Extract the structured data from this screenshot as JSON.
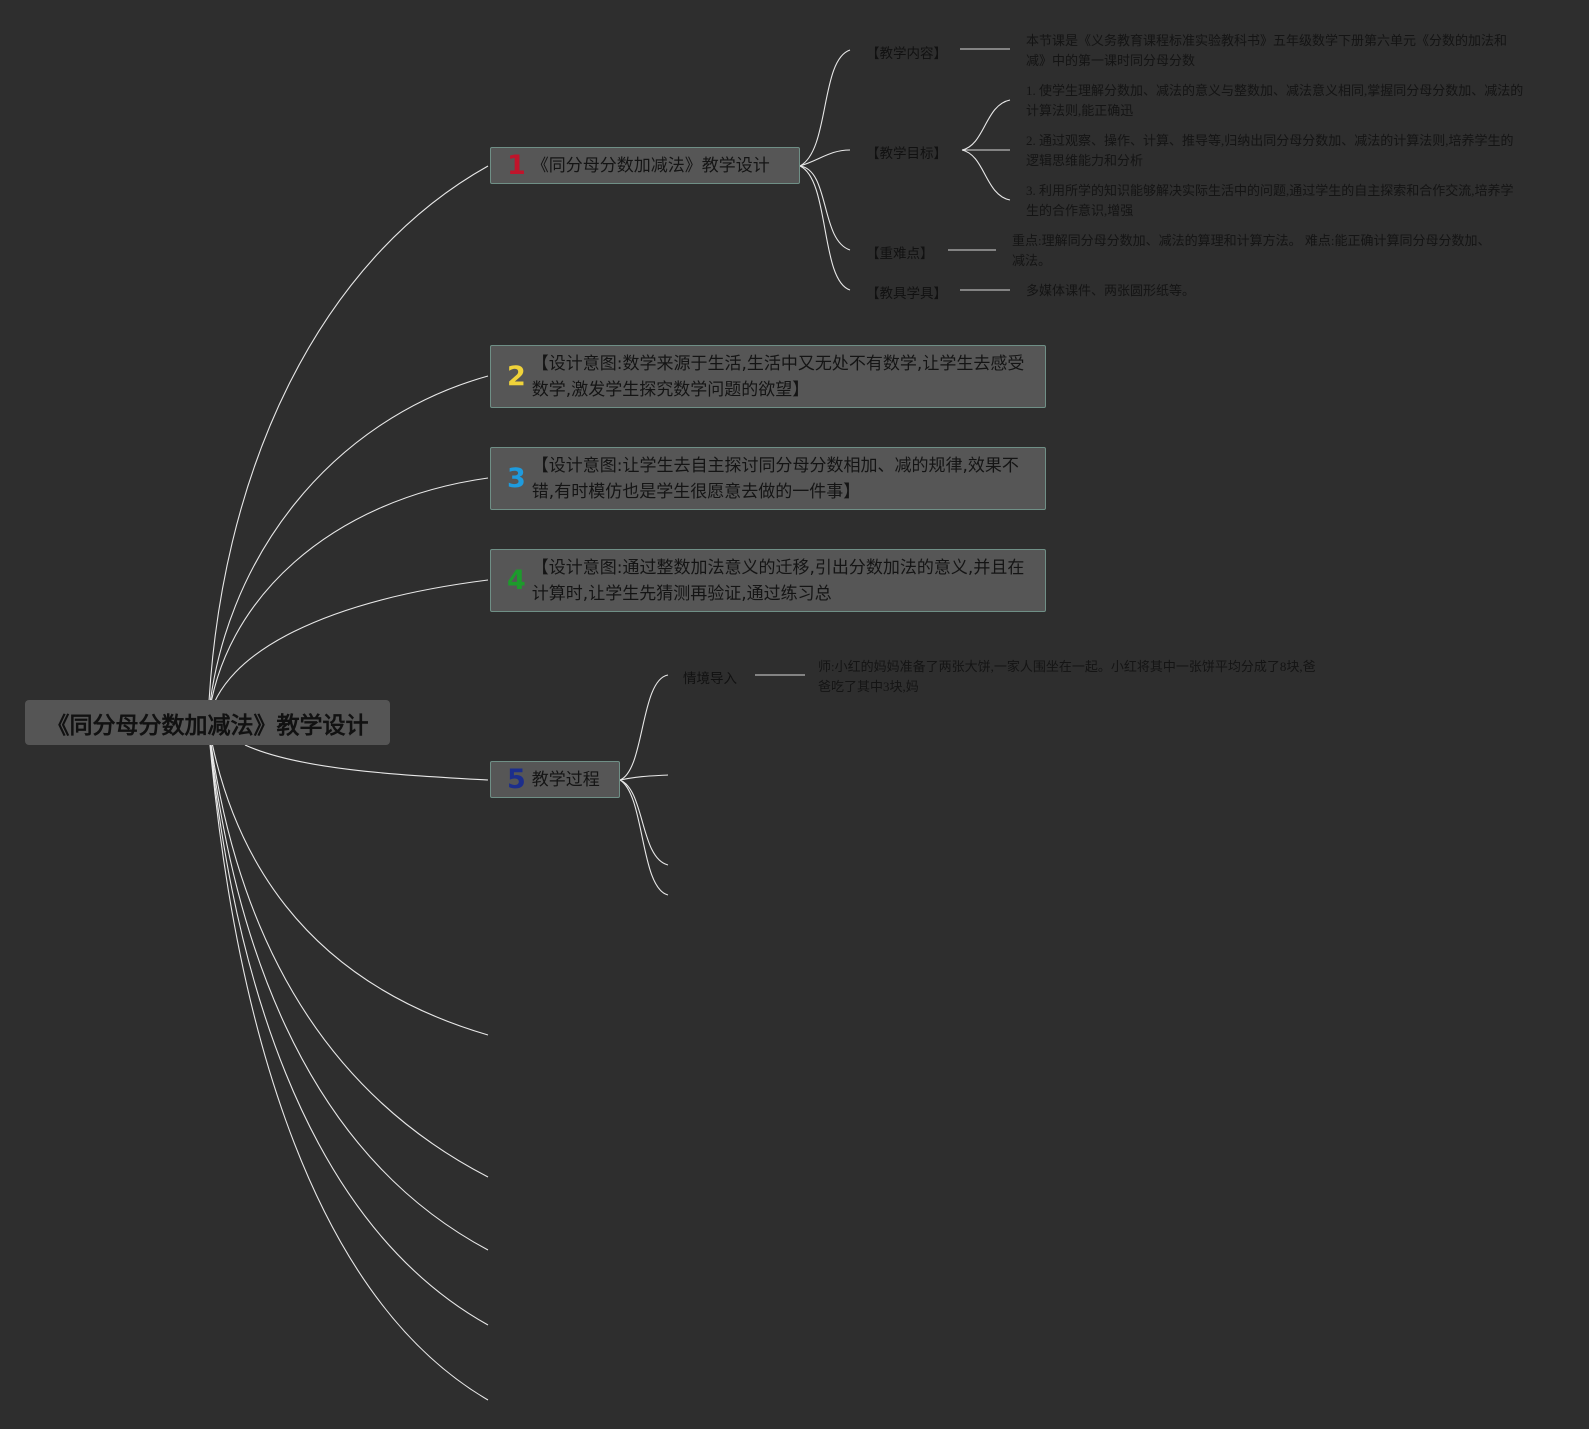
{
  "root": {
    "title": "《同分母分数加减法》教学设计"
  },
  "branches": [
    {
      "number": "1",
      "color": "#c0142b",
      "text": "《同分母分数加减法》教学设计"
    },
    {
      "number": "2",
      "color": "#f0d33a",
      "text": "【设计意图:数学来源于生活,生活中又无处不有数学,让学生去感受数学,激发学生探究数学问题的欲望】"
    },
    {
      "number": "3",
      "color": "#1e9bde",
      "text": "【设计意图:让学生去自主探讨同分母分数相加、减的规律,效果不错,有时模仿也是学生很愿意去做的一件事】"
    },
    {
      "number": "4",
      "color": "#1d9a2c",
      "text": "【设计意图:通过整数加法意义的迁移,引出分数加法的意义,并且在计算时,让学生先猜测再验证,通过练习总"
    },
    {
      "number": "5",
      "color": "#1c2e8c",
      "text": "教学过程"
    }
  ],
  "branch1_children": [
    {
      "label": "【教学内容】",
      "details": [
        "本节课是《义务教育课程标准实验教科书》五年级数学下册第六单元《分数的加法和减》中的第一课时同分母分数"
      ]
    },
    {
      "label": "【教学目标】",
      "details": [
        "1. 使学生理解分数加、减法的意义与整数加、减法意义相同,掌握同分母分数加、减法的计算法则,能正确迅",
        "2. 通过观察、操作、计算、推导等,归纳出同分母分数加、减法的计算法则,培养学生的逻辑思维能力和分析",
        "3. 利用所学的知识能够解决实际生活中的问题,通过学生的自主探索和合作交流,培养学生的合作意识,增强"
      ]
    },
    {
      "label": "【重难点】",
      "details": [
        "重点:理解同分母分数加、减法的算理和计算方法。 难点:能正确计算同分母分数加、减法。"
      ]
    },
    {
      "label": "【教具学具】",
      "details": [
        "多媒体课件、两张圆形纸等。"
      ]
    }
  ],
  "branch5_children": [
    {
      "label": "情境导入",
      "details": [
        "师:小红的妈妈准备了两张大饼,一家人围坐在一起。小红将其中一张饼平均分成了8块,爸爸吃了其中3块,妈"
      ]
    }
  ]
}
